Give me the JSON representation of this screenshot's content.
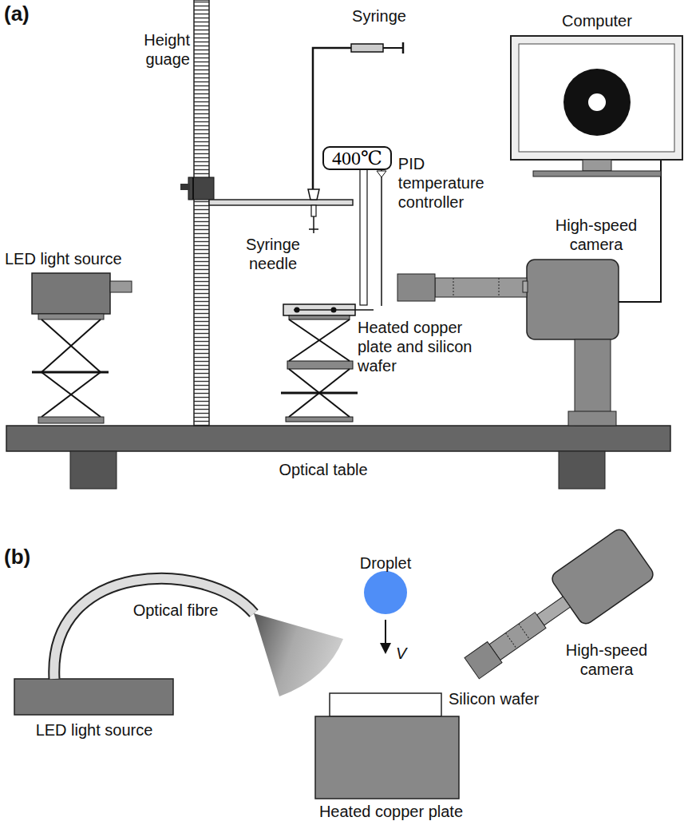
{
  "diagram": {
    "nodes": [
      {
        "text": [
          "400℃",
          "PID temperature controller"
        ]
      }
    ],
    "labels": [
      "(a)",
      "Height guage",
      "Syringe",
      "Computer",
      "Syringe needle",
      "LED light source",
      "High-speed camera",
      "Heated copper plate and silicon wafer",
      "Optical table",
      "(b)",
      "Droplet",
      "Optical fibre",
      "V",
      "High-speed camera",
      "Silicon wafer",
      "LED light source",
      "Heated copper plate"
    ]
  }
}
